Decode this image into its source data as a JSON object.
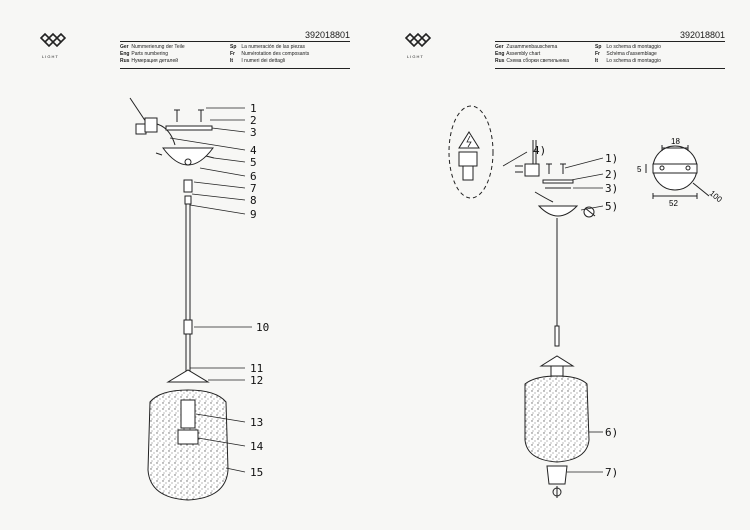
{
  "model_number": "392018801",
  "logo_text": "LIGHT",
  "left_page": {
    "legend": {
      "col1": [
        {
          "lang": "Ger",
          "text": "Nummerierung der Teile"
        },
        {
          "lang": "Eng",
          "text": "Parts numbering"
        },
        {
          "lang": "Rus",
          "text": "Нумерация деталей"
        }
      ],
      "col2": [
        {
          "lang": "Sp",
          "text": "La numeración de las piezas"
        },
        {
          "lang": "Fr",
          "text": "Numérotation des composants"
        },
        {
          "lang": "It",
          "text": "I numeri dei dettagli"
        }
      ]
    },
    "part_numbers": [
      "1",
      "2",
      "3",
      "4",
      "5",
      "6",
      "7",
      "8",
      "9",
      "10",
      "11",
      "12",
      "13",
      "14",
      "15"
    ]
  },
  "right_page": {
    "legend": {
      "col1": [
        {
          "lang": "Ger",
          "text": "Zusammenbauschema"
        },
        {
          "lang": "Eng",
          "text": "Assembly chart"
        },
        {
          "lang": "Rus",
          "text": "Схема сборки светильника"
        }
      ],
      "col2": [
        {
          "lang": "Sp",
          "text": "Lo schema di montaggio"
        },
        {
          "lang": "Fr",
          "text": "Schéma d'assemblage"
        },
        {
          "lang": "It",
          "text": "Lo schema di montaggio"
        }
      ]
    },
    "step_labels": [
      "1)",
      "2)",
      "3)",
      "4)",
      "5)",
      "6)",
      "7)"
    ],
    "dimensions": [
      "18",
      "5",
      "52",
      "100"
    ]
  }
}
